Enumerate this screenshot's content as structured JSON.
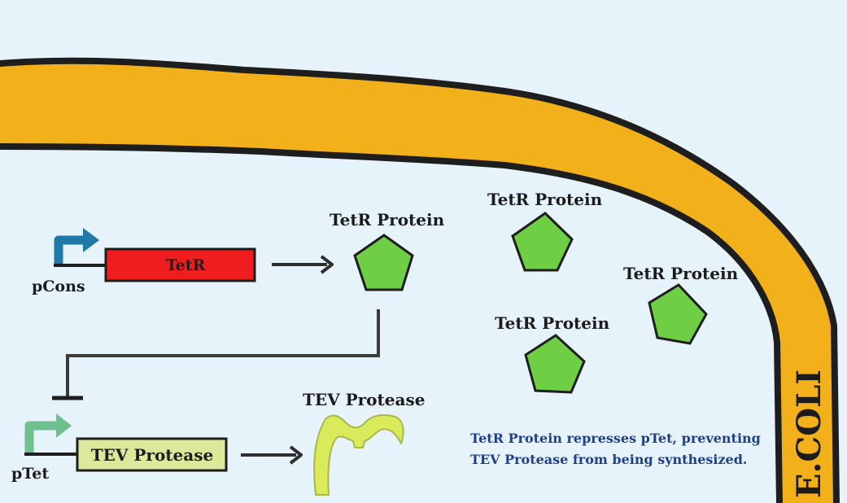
{
  "colors": {
    "background": "#e6f3fb",
    "membrane": "#f2b11b",
    "membrane_outline": "#1e1e1e",
    "tetr_gene": "#ef1d1d",
    "tev_gene": "#dde99a",
    "protein": "#6fcf44",
    "protease": "#d9ea5a",
    "pcons_arrow": "#1f78a8",
    "ptet_arrow": "#6fbf8f",
    "caption": "#1f3f8a"
  },
  "cell": {
    "label": "E.COLI"
  },
  "genes": {
    "tetr": {
      "promoter": "pCons",
      "label": "TetR"
    },
    "tev": {
      "promoter": "pTet",
      "label": "TEV Protease"
    }
  },
  "proteins": [
    {
      "label": "TetR Protein"
    },
    {
      "label": "TetR Protein"
    },
    {
      "label": "TetR Protein"
    },
    {
      "label": "TetR Protein"
    }
  ],
  "product": {
    "label": "TEV Protease"
  },
  "caption": {
    "line1": "TetR Protein represses pTet, preventing",
    "line2": "TEV Protease from being synthesized."
  },
  "icons": {
    "pcons": "promoter-arrow-icon",
    "ptet": "promoter-arrow-icon",
    "protein": "pentagon-icon",
    "protease": "protease-shape-icon",
    "repression": "repression-bar-icon"
  }
}
